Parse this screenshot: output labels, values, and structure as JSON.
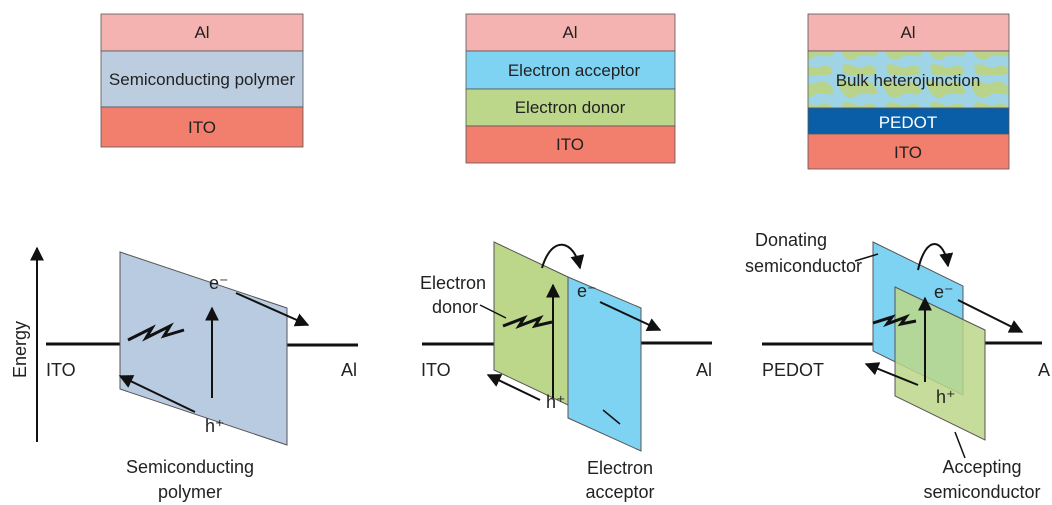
{
  "stacks": {
    "single": {
      "layers": [
        "Al",
        "Semiconducting polymer",
        "ITO"
      ],
      "colors": [
        "#f4b3b0",
        "#bccde0",
        "#f27f6e"
      ]
    },
    "bilayer": {
      "layers": [
        "Al",
        "Electron acceptor",
        "Electron donor",
        "ITO"
      ],
      "colors": [
        "#f4b3b0",
        "#7fd3f2",
        "#bcd68a",
        "#f27f6e"
      ]
    },
    "bulk": {
      "layers": [
        "Al",
        "Bulk heterojunction",
        "PEDOT",
        "ITO"
      ],
      "colors": [
        "#f4b3b0",
        "#9fd4e6",
        "#0a5ea8",
        "#f27f6e"
      ]
    }
  },
  "energy": {
    "axis_label": "Energy",
    "single": {
      "left_electrode": "ITO",
      "right_electrode": "Al",
      "band_label_line1": "Semiconducting",
      "band_label_line2": "polymer",
      "electron": "e⁻",
      "hole": "h⁺"
    },
    "bilayer": {
      "left_electrode": "ITO",
      "right_electrode": "Al",
      "donor_line1": "Electron",
      "donor_line2": "donor",
      "acceptor_line1": "Electron",
      "acceptor_line2": "acceptor",
      "electron": "e⁻",
      "hole": "h⁺"
    },
    "bulk": {
      "left_electrode": "PEDOT",
      "right_electrode": "A",
      "donating_line1": "Donating",
      "donating_line2": "semiconductor",
      "accepting_line1": "Accepting",
      "accepting_line2": "semiconductor",
      "electron": "e⁻",
      "hole": "h⁺"
    }
  },
  "colors": {
    "polymer": "#b9cbe0",
    "donor": "#bcd68a",
    "acceptor": "#7fd3f2",
    "line": "#111111"
  }
}
